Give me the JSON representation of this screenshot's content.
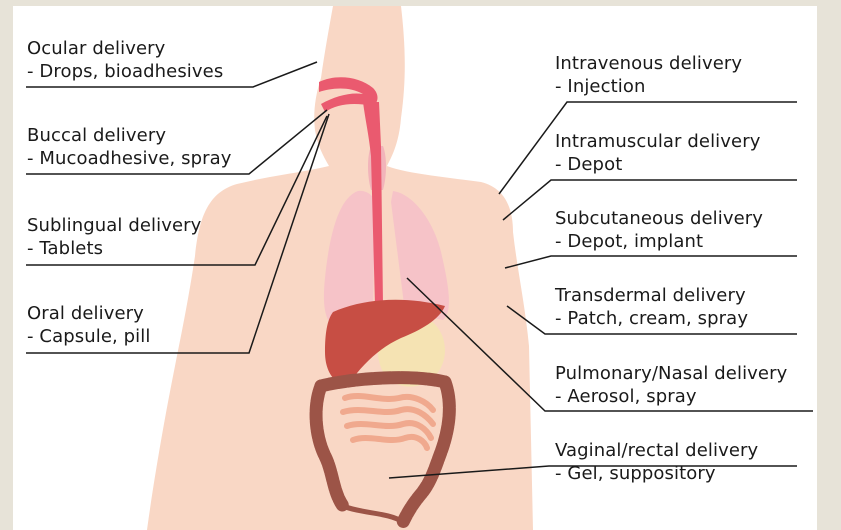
{
  "labels": {
    "ocular": {
      "title": "Ocular delivery",
      "detail": "- Drops, bioadhesives"
    },
    "buccal": {
      "title": "Buccal delivery",
      "detail": "- Mucoadhesive, spray"
    },
    "sublingual": {
      "title": "Sublingual delivery",
      "detail": "- Tablets"
    },
    "oral": {
      "title": "Oral delivery",
      "detail": "- Capsule, pill"
    },
    "intravenous": {
      "title": "Intravenous delivery",
      "detail": "- Injection"
    },
    "intramuscular": {
      "title": "Intramuscular delivery",
      "detail": "- Depot"
    },
    "subcutaneous": {
      "title": "Subcutaneous delivery",
      "detail": "- Depot, implant"
    },
    "transdermal": {
      "title": "Transdermal delivery",
      "detail": "- Patch, cream, spray"
    },
    "pulmonary": {
      "title": "Pulmonary/Nasal delivery",
      "detail": "- Aerosol, spray"
    },
    "vaginal": {
      "title": "Vaginal/rectal delivery",
      "detail": "- Gel, suppository"
    }
  },
  "colors": {
    "skin": "#f9d7c5",
    "lung": "#f6c3c8",
    "airway": "#ea5a6f",
    "liver": "#c74e44",
    "stomach": "#f5e3b3",
    "intestine_large": "#9c5447",
    "intestine_small": "#f0a98e",
    "leader": "#1a1a1a"
  }
}
